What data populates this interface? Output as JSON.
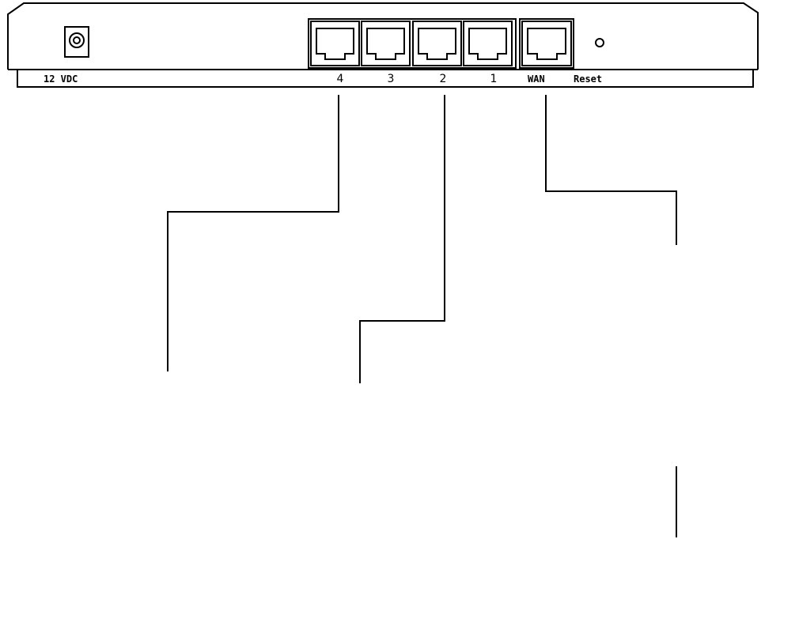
{
  "router_panel": {
    "power_label": "12 VDC",
    "lan_ports": [
      "4",
      "3",
      "2",
      "1"
    ],
    "wan_label": "WAN",
    "reset_label": "Reset"
  }
}
